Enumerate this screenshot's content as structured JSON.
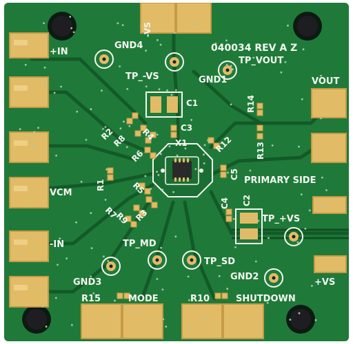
{
  "board": {
    "revision": "040034 REV A Z",
    "primary_side": "PRIMARY SIDE"
  },
  "labels": {
    "gnd4": "GND4",
    "vs_neg_top": "-VS",
    "tp_neg_vs": "TP_-VS",
    "gnd1": "GND1",
    "tp_vout": "TP_VOUT",
    "vout": "VOUT",
    "plus_in": "+IN",
    "vcm": "VCM",
    "minus_in": "-IN",
    "gnd3": "GND3",
    "tp_md": "TP_MD",
    "tp_sd": "TP_SD",
    "gnd2": "GND2",
    "tp_pos_vs": "TP_+VS",
    "plus_vs": "+VS",
    "mode": "MODE",
    "shutdown": "SHUTDOWN"
  },
  "refdes": {
    "c1": "C1",
    "c2": "C2",
    "c3": "C3",
    "c4": "C4",
    "c5": "C5",
    "x1": "X1",
    "r1": "R1",
    "r2": "R2",
    "r3": "R3",
    "r4": "R4",
    "r5": "R5",
    "r6": "R6",
    "r7": "R7",
    "r8": "R8",
    "r9": "R9",
    "r10": "R10",
    "r12": "R12",
    "r13": "R13",
    "r14": "R14",
    "r15": "R15"
  },
  "colors": {
    "board": "#1f7a3a",
    "board_dark": "#16632e",
    "trace": "#135a28",
    "copper": "#e2bb66",
    "copper_dark": "#c79a45",
    "silk": "#f4f8ef",
    "hole": "#1e1e22"
  }
}
